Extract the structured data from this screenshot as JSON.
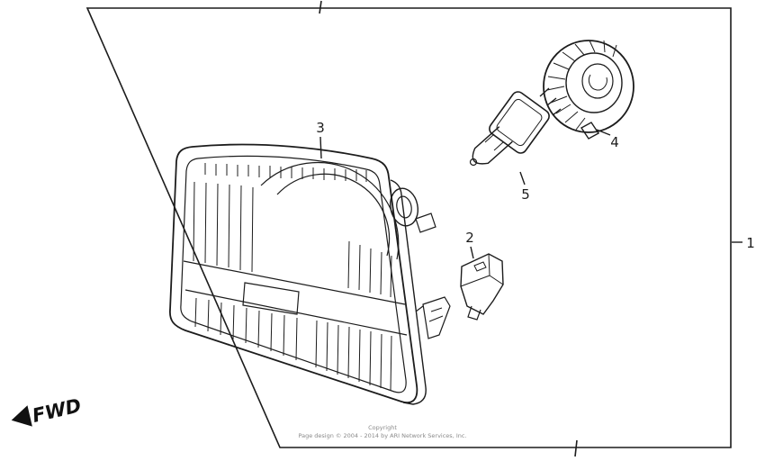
{
  "page": {
    "background": "#ffffff",
    "ink_color": "#1c1c1c",
    "footer_color": "#8a8a8a"
  },
  "diagram": {
    "callouts": [
      {
        "label": "1"
      },
      {
        "label": "2"
      },
      {
        "label": "3"
      },
      {
        "label": "4"
      },
      {
        "label": "5"
      }
    ],
    "fwd_label": "FWD",
    "footer": {
      "line1": "Copyright",
      "line2": "Page design © 2004 - 2014 by ARI Network Services, Inc."
    }
  }
}
